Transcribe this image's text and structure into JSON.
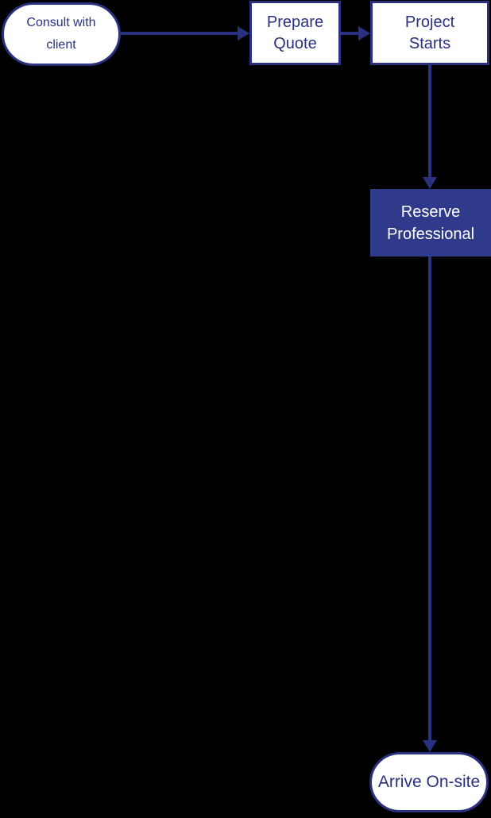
{
  "diagram": {
    "type": "flowchart",
    "colors": {
      "background": "#000000",
      "accent": "#2A3180",
      "node_background": "#FFFFFF",
      "filled_node": "#2F3A8A",
      "filled_node_text": "#FFFFFF"
    },
    "nodes": {
      "consult": {
        "shape": "stadium",
        "lines": [
          "Consult with",
          "client"
        ]
      },
      "prepare": {
        "shape": "rectangle",
        "lines": [
          "Prepare",
          "Quote"
        ]
      },
      "project": {
        "shape": "rectangle",
        "lines": [
          "Project",
          "Starts"
        ]
      },
      "reserve": {
        "shape": "rectangle-filled",
        "lines": [
          "Reserve",
          "Professional"
        ]
      },
      "arrive": {
        "shape": "stadium",
        "lines": [
          "Arrive On-site"
        ]
      }
    },
    "edges": [
      {
        "from": "consult",
        "to": "prepare",
        "direction": "right"
      },
      {
        "from": "prepare",
        "to": "project",
        "direction": "right"
      },
      {
        "from": "project",
        "to": "reserve",
        "direction": "down"
      },
      {
        "from": "reserve",
        "to": "arrive",
        "direction": "down"
      }
    ]
  }
}
